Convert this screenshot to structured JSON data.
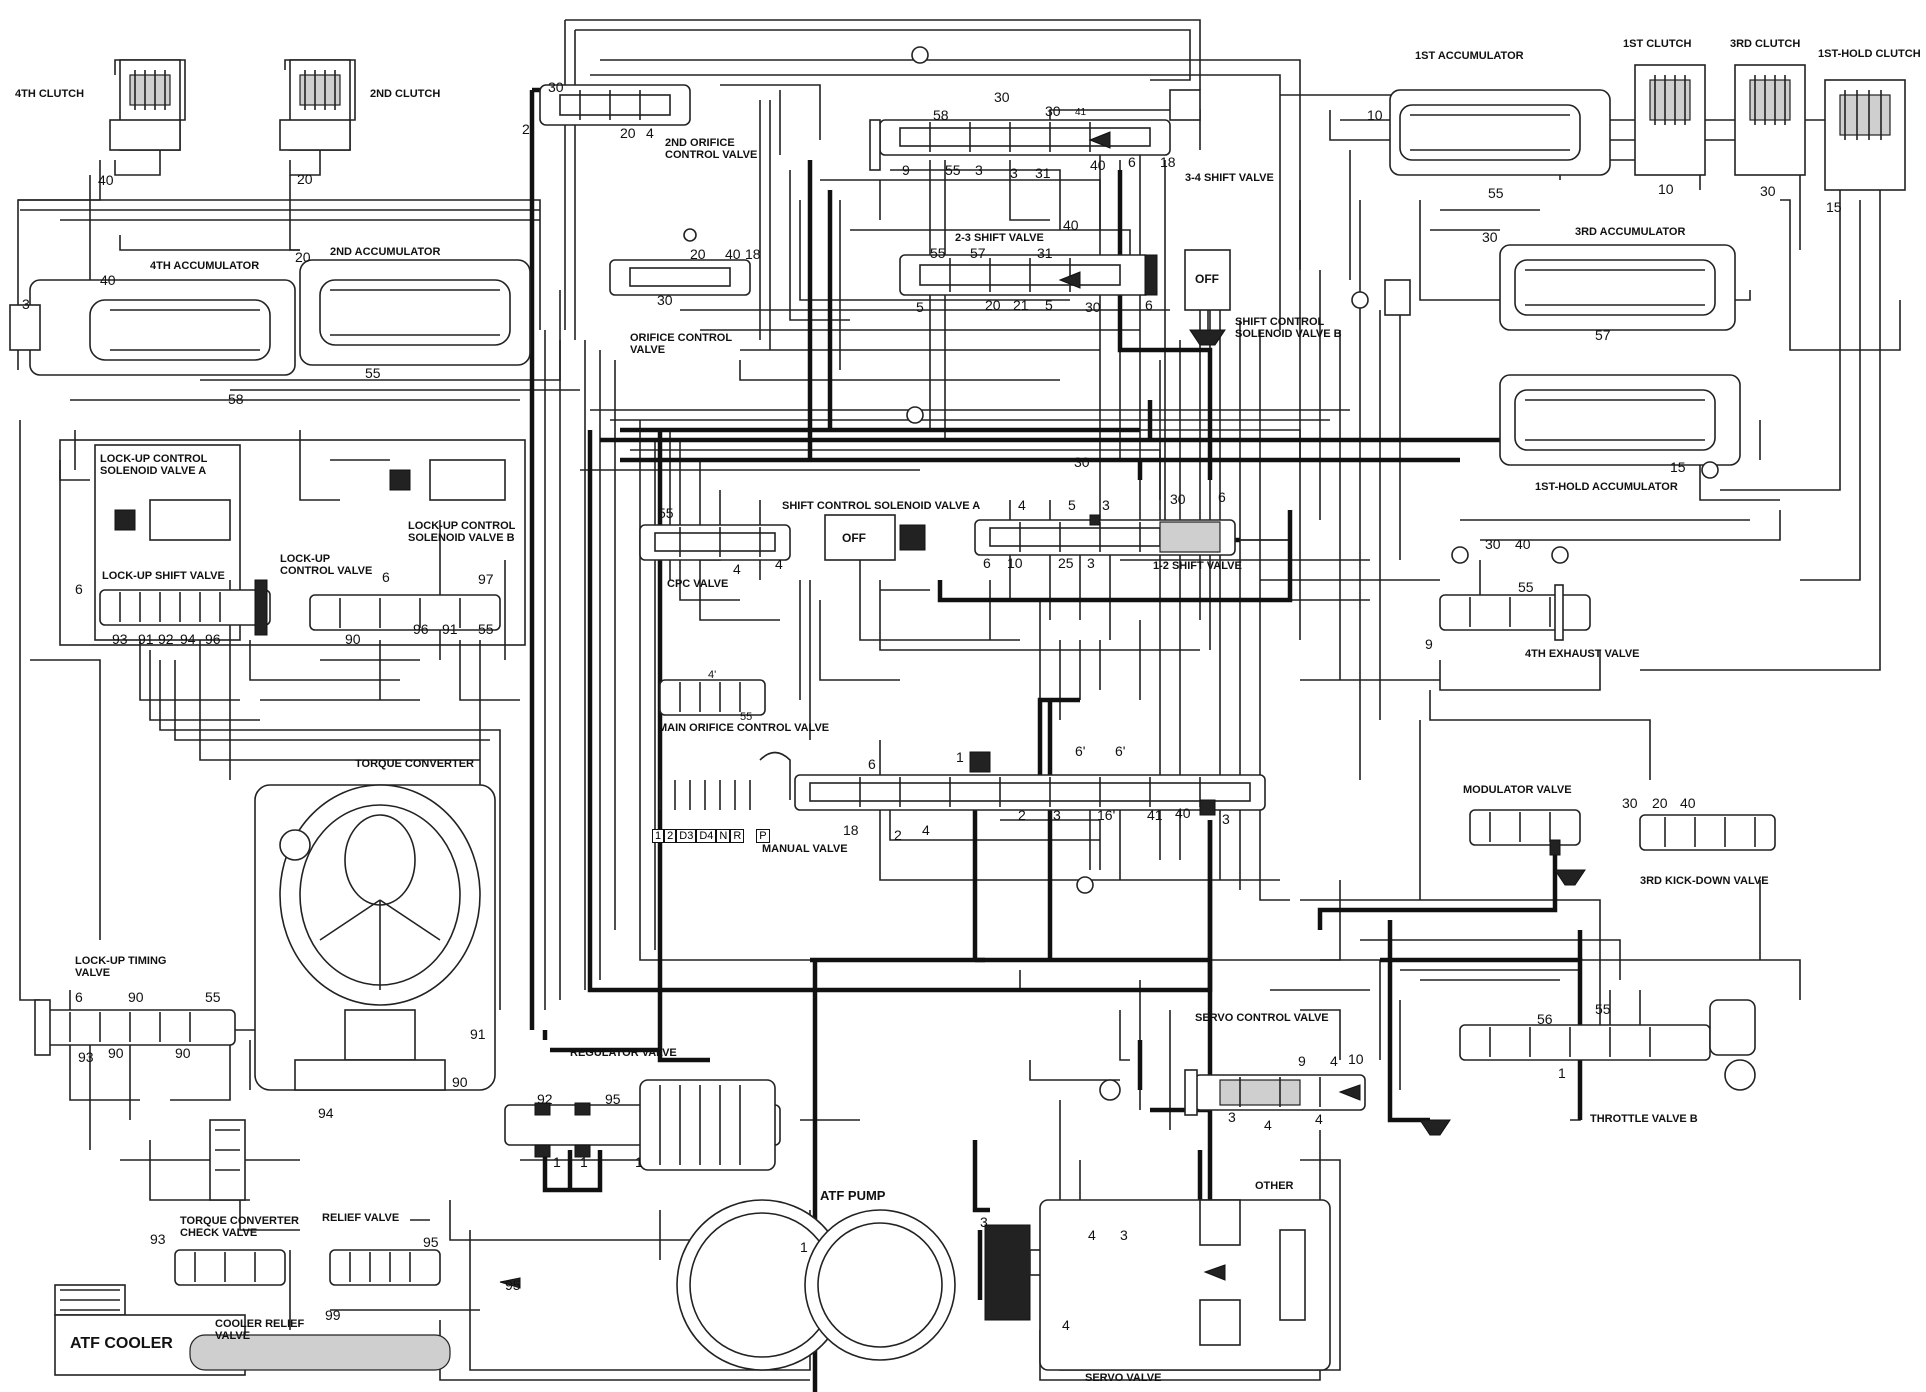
{
  "labels": {
    "fourth_clutch": "4TH CLUTCH",
    "second_clutch": "2ND CLUTCH",
    "second_orifice_control_valve": "2ND ORIFICE CONTROL VALVE",
    "shift_34": "3-4 SHIFT VALVE",
    "first_accumulator": "1ST ACCUMULATOR",
    "first_clutch": "1ST CLUTCH",
    "third_clutch": "3RD CLUTCH",
    "first_hold_clutch": "1ST-HOLD CLUTCH",
    "fourth_accumulator": "4TH ACCUMULATOR",
    "second_accumulator": "2ND ACCUMULATOR",
    "shift_23": "2-3 SHIFT VALVE",
    "orifice_control_valve": "ORIFICE CONTROL VALVE",
    "shift_solenoid_b": "SHIFT CONTROL SOLENOID VALVE B",
    "third_accumulator": "3RD ACCUMULATOR",
    "lockup_solenoid_a": "LOCK-UP CONTROL SOLENOID VALVE A",
    "lockup_solenoid_b": "LOCK-UP CONTROL SOLENOID VALVE B",
    "lockup_shift": "LOCK-UP SHIFT VALVE",
    "lockup_control": "LOCK-UP CONTROL VALVE",
    "shift_solenoid_a": "SHIFT CONTROL SOLENOID VALVE A",
    "cpc_valve": "CPC VALVE",
    "shift_12": "1-2 SHIFT VALVE",
    "first_hold_accumulator": "1ST-HOLD ACCUMULATOR",
    "fourth_exhaust": "4TH EXHAUST VALVE",
    "main_orifice_control": "MAIN ORIFICE CONTROL VALVE",
    "torque_converter": "TORQUE CONVERTER",
    "manual_valve": "MANUAL VALVE",
    "modulator_valve": "MODULATOR VALVE",
    "third_kickdown": "3RD KICK-DOWN VALVE",
    "lockup_timing": "LOCK-UP TIMING VALVE",
    "servo_control": "SERVO CONTROL VALVE",
    "throttle_b": "THROTTLE VALVE B",
    "regulator_valve": "REGULATOR VALVE",
    "atf_pump": "ATF PUMP",
    "tc_check": "TORQUE CONVERTER CHECK VALVE",
    "relief_valve": "RELIEF VALVE",
    "cooler_relief": "COOLER RELIEF VALVE",
    "atf_cooler": "ATF COOLER",
    "servo_valve": "SERVO VALVE",
    "other": "OTHER",
    "off_a": "OFF",
    "off_b": "OFF"
  },
  "gear_positions": [
    "1",
    "2",
    "D3",
    "D4",
    "N",
    "R",
    "P"
  ],
  "port_numbers": {
    "n40_4thclutch": "40",
    "n20_2ndclutch": "20",
    "n3_left": "3",
    "n40_4acc": "40",
    "n20_2acc": "20",
    "n55_2acc": "55",
    "n58": "58",
    "n2_left": "2",
    "n30_top": "30",
    "n20_top": "20",
    "n4_top": "4",
    "n58_34": "58",
    "n30_34a": "30",
    "n30_34b": "30",
    "n41_34": "41",
    "n9_34": "9",
    "n55_34": "55",
    "n3_34": "3",
    "n3_34b": "3",
    "n31_34": "31",
    "n40_34": "40",
    "n6_34": "6",
    "n18_34": "18",
    "n40_23": "40",
    "n31_23": "31",
    "n55_23": "55",
    "n57_23": "57",
    "n5_23": "5",
    "n20_23": "20",
    "n21_23": "21",
    "n5_23b": "5",
    "n30_23": "30",
    "n6_23": "6",
    "n20_oc": "20",
    "n40_oc": "40",
    "n18_oc": "18",
    "n30_oc": "30",
    "n10_1acc": "10",
    "n55_1acc": "55",
    "n10_1cl": "10",
    "n30_3cl": "30",
    "n15_1h": "15",
    "n30_3acc": "30",
    "n57_3acc": "57",
    "n15_1hacc": "15",
    "n6_lu": "6",
    "n93_lu": "93",
    "n91_lu": "91",
    "n92_lu": "92",
    "n94_lu": "94",
    "n96_lu": "96",
    "n6_luc": "6",
    "n97_luc": "97",
    "n90_luc": "90",
    "n96_luc": "96",
    "n91_luc": "91",
    "n55_luc": "55",
    "n55_cpc": "55",
    "n4_cpc": "4",
    "n4_cpc2": "4",
    "n4_moc": "4'",
    "n55_moc": "55",
    "n30_mid": "30",
    "n4_12": "4",
    "n5_12": "5",
    "n3_12a": "3",
    "n30_12": "30",
    "n6_12": "6",
    "n6_12b": "6",
    "n10_12": "10",
    "n25_12": "25",
    "n3_12b": "3",
    "n30_4ex": "30",
    "n40_4ex": "40",
    "n55_4ex": "55",
    "n9_4ex": "9",
    "n6_man": "6",
    "n1_man": "1",
    "n6p_man_a": "6'",
    "n6p_man_b": "6'",
    "n18_man": "18",
    "n2_man": "2",
    "n4_man": "4",
    "n2_man_b": "2",
    "n3_man": "3",
    "n16_man": "16'",
    "n41_man": "41",
    "n40_man": "40",
    "n3_man_b": "3",
    "n30_kd": "30",
    "n20_kd": "20",
    "n40_kd": "40",
    "n6_lt": "6",
    "n90_lt": "90",
    "n55_lt": "55",
    "n93_lt": "93",
    "n90_lt_b": "90",
    "n90_lt_c": "90",
    "n91_tc": "91",
    "n90_tc": "90",
    "n94_tc": "94",
    "n9_sc": "9",
    "n4_sc": "4",
    "n10_sc": "10",
    "n3_sc": "3",
    "n4_sc_b": "4",
    "n4_sc_c": "4",
    "n56_tv": "56",
    "n55_tv": "55",
    "n1_tv": "1",
    "n92_reg": "92",
    "n95_reg": "95",
    "n1_reg_a": "1",
    "n1_reg_b": "1",
    "n1_reg_c": "1",
    "n1_pump": "1",
    "n3_servo": "3",
    "n4_servo": "4",
    "n3_servo_b": "3",
    "n4_servo_b": "4",
    "n93_tcc": "93",
    "n95_rel": "95",
    "n95_arrow": "95",
    "n99": "99"
  }
}
